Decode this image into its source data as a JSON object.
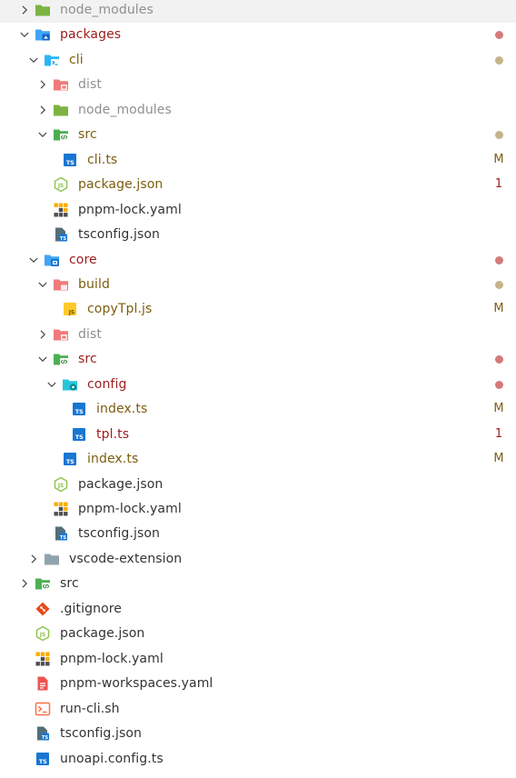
{
  "colors": {
    "error_text": "#9e1b1b",
    "modified_text": "#7d5c0f",
    "ignored_text": "#8f8f8f",
    "normal_text": "#333333",
    "dot_error": "#d47a7a",
    "dot_modified": "#c5b48a"
  },
  "tree": [
    {
      "label": "node_modules",
      "depth": 0,
      "chevron": "right",
      "icon": "folder-green",
      "status": "ignored",
      "decoration": ""
    },
    {
      "label": "packages",
      "depth": 0,
      "chevron": "down",
      "icon": "folder-blue-open",
      "status": "error",
      "decoration": "dot-error"
    },
    {
      "label": "cli",
      "depth": 1,
      "chevron": "down",
      "icon": "folder-terminal",
      "status": "modified",
      "decoration": "dot-modified"
    },
    {
      "label": "dist",
      "depth": 2,
      "chevron": "right",
      "icon": "folder-red",
      "status": "ignored",
      "decoration": ""
    },
    {
      "label": "node_modules",
      "depth": 2,
      "chevron": "right",
      "icon": "folder-green",
      "status": "ignored",
      "decoration": ""
    },
    {
      "label": "src",
      "depth": 2,
      "chevron": "down",
      "icon": "folder-src-open",
      "status": "modified",
      "decoration": "dot-modified"
    },
    {
      "label": "cli.ts",
      "depth": 3,
      "chevron": "",
      "icon": "ts-file",
      "status": "modified",
      "decoration": "M"
    },
    {
      "label": "package.json",
      "depth": 2,
      "chevron": "",
      "icon": "nodejs-file",
      "status": "modified",
      "decoration": "1"
    },
    {
      "label": "pnpm-lock.yaml",
      "depth": 2,
      "chevron": "",
      "icon": "pnpm-file",
      "status": "normal",
      "decoration": ""
    },
    {
      "label": "tsconfig.json",
      "depth": 2,
      "chevron": "",
      "icon": "tsconfig-file",
      "status": "normal",
      "decoration": ""
    },
    {
      "label": "core",
      "depth": 1,
      "chevron": "down",
      "icon": "folder-core-open",
      "status": "error",
      "decoration": "dot-error"
    },
    {
      "label": "build",
      "depth": 2,
      "chevron": "down",
      "icon": "folder-red-open",
      "status": "modified",
      "decoration": "dot-modified"
    },
    {
      "label": "copyTpl.js",
      "depth": 3,
      "chevron": "",
      "icon": "js-file",
      "status": "modified",
      "decoration": "M"
    },
    {
      "label": "dist",
      "depth": 2,
      "chevron": "right",
      "icon": "folder-red",
      "status": "ignored",
      "decoration": ""
    },
    {
      "label": "src",
      "depth": 2,
      "chevron": "down",
      "icon": "folder-src-open",
      "status": "error",
      "decoration": "dot-error"
    },
    {
      "label": "config",
      "depth": 3,
      "chevron": "down",
      "icon": "folder-config-open",
      "status": "error",
      "decoration": "dot-error"
    },
    {
      "label": "index.ts",
      "depth": 4,
      "chevron": "",
      "icon": "ts-file",
      "status": "modified",
      "decoration": "M"
    },
    {
      "label": "tpl.ts",
      "depth": 4,
      "chevron": "",
      "icon": "ts-file",
      "status": "error",
      "decoration": "1"
    },
    {
      "label": "index.ts",
      "depth": 3,
      "chevron": "",
      "icon": "ts-file",
      "status": "modified",
      "decoration": "M"
    },
    {
      "label": "package.json",
      "depth": 2,
      "chevron": "",
      "icon": "nodejs-file",
      "status": "normal",
      "decoration": ""
    },
    {
      "label": "pnpm-lock.yaml",
      "depth": 2,
      "chevron": "",
      "icon": "pnpm-file",
      "status": "normal",
      "decoration": ""
    },
    {
      "label": "tsconfig.json",
      "depth": 2,
      "chevron": "",
      "icon": "tsconfig-file",
      "status": "normal",
      "decoration": ""
    },
    {
      "label": "vscode-extension",
      "depth": 1,
      "chevron": "right",
      "icon": "folder-gray",
      "status": "normal",
      "decoration": ""
    },
    {
      "label": "src",
      "depth": 0,
      "chevron": "right",
      "icon": "folder-src",
      "status": "normal",
      "decoration": ""
    },
    {
      "label": ".gitignore",
      "depth": 0,
      "chevron": "",
      "icon": "git-file",
      "status": "normal",
      "decoration": ""
    },
    {
      "label": "package.json",
      "depth": 0,
      "chevron": "",
      "icon": "nodejs-file",
      "status": "normal",
      "decoration": ""
    },
    {
      "label": "pnpm-lock.yaml",
      "depth": 0,
      "chevron": "",
      "icon": "pnpm-file",
      "status": "normal",
      "decoration": ""
    },
    {
      "label": "pnpm-workspaces.yaml",
      "depth": 0,
      "chevron": "",
      "icon": "yaml-file",
      "status": "normal",
      "decoration": ""
    },
    {
      "label": "run-cli.sh",
      "depth": 0,
      "chevron": "",
      "icon": "shell-file",
      "status": "normal",
      "decoration": ""
    },
    {
      "label": "tsconfig.json",
      "depth": 0,
      "chevron": "",
      "icon": "tsconfig-file",
      "status": "normal",
      "decoration": ""
    },
    {
      "label": "unoapi.config.ts",
      "depth": 0,
      "chevron": "",
      "icon": "ts-file",
      "status": "normal",
      "decoration": ""
    }
  ]
}
